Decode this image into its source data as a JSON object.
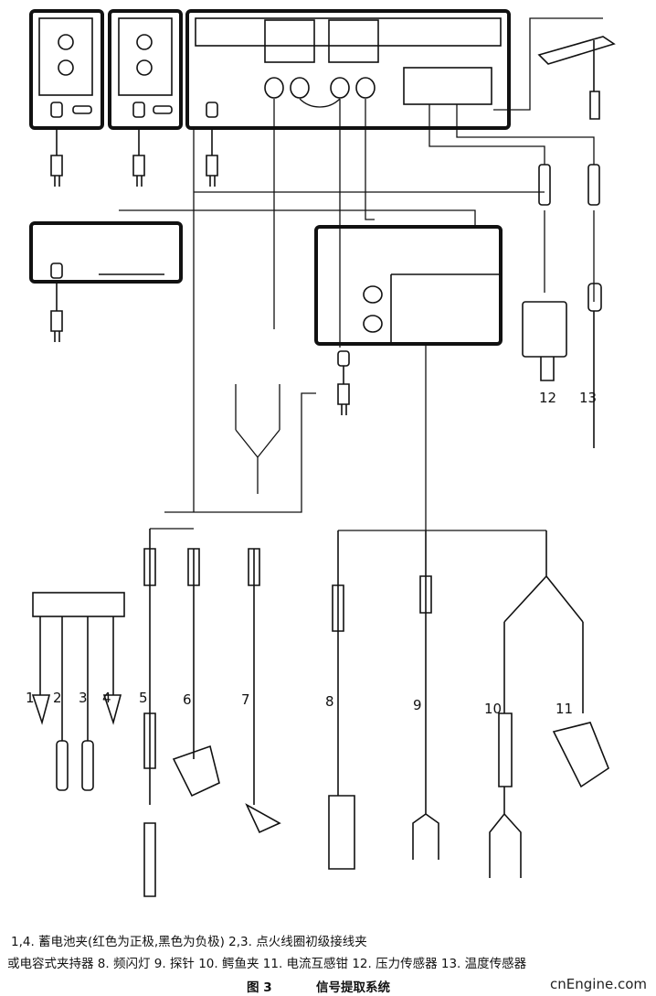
{
  "labels": [
    "1",
    "2",
    "3",
    "4",
    "5",
    "6",
    "7",
    "8",
    "9",
    "10",
    "11",
    "12",
    "13"
  ],
  "caption": {
    "line1": "1,4. 蓄电池夹(红色为正极,黑色为负极)   2,3. 点火线圈初级接线夹",
    "line2": "或电容式夹持器   8. 频闪灯   9. 探针   10. 鳄鱼夹   11. 电流互感钳   12. 压力传感器   13. 温度传感器",
    "figure_number": "图  3",
    "figure_title": "信号提取系统"
  },
  "watermark": "cnEngine.com"
}
